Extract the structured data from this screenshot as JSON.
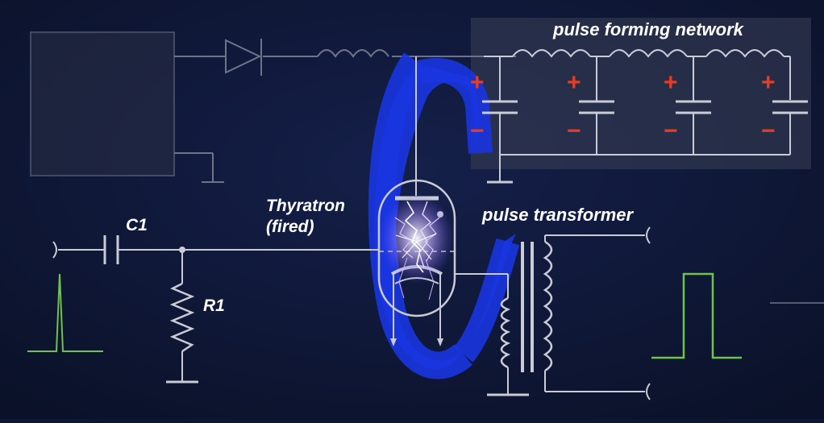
{
  "labels": {
    "pfn": "pulse forming network",
    "thyratron_line1": "Thyratron",
    "thyratron_line2": "(fired)",
    "transformer": "pulse transformer",
    "c1": "C1",
    "r1": "R1"
  },
  "capacitor_signs": {
    "plus": "+",
    "minus": "−"
  },
  "colors": {
    "background": "#0d1630",
    "wire": "#c9ccd6",
    "dim_wire": "#6e7488",
    "pfn_panel": "#3a3f55",
    "current_loop": "#1a35e0",
    "polarity": "#e0402a",
    "waveform": "#6fc24a",
    "spark": "#d9c8ff"
  },
  "icons": [
    "diode-icon",
    "inductor-icon",
    "capacitor-icon",
    "resistor-icon",
    "ground-icon",
    "transformer-icon",
    "thyratron-tube-icon",
    "spark-icon"
  ]
}
